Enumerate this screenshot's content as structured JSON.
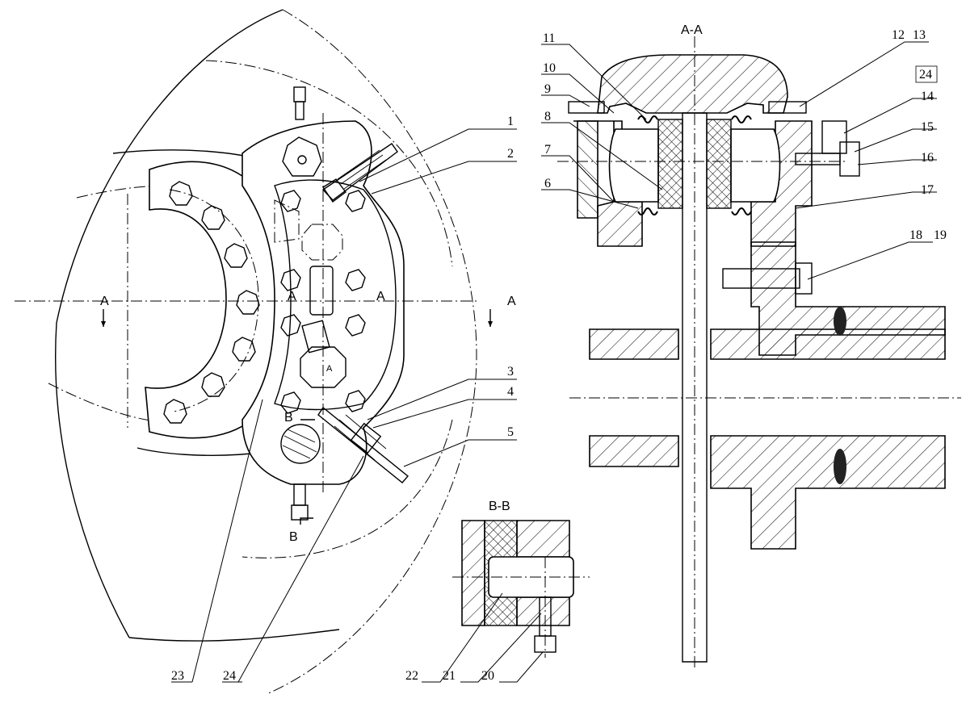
{
  "section_titles": {
    "aa": "A-A",
    "bb": "B-B"
  },
  "section_marks": {
    "a_left": "A",
    "a_right": "A",
    "a_mid_left": "A",
    "a_mid_right": "A",
    "a_center": "A",
    "b_top": "B",
    "b_bottom": "B"
  },
  "part_labels": [
    "1",
    "2",
    "3",
    "4",
    "5",
    "6",
    "7",
    "8",
    "9",
    "10",
    "11",
    "12",
    "13",
    "24",
    "14",
    "15",
    "16",
    "17",
    "18",
    "19",
    "20",
    "21",
    "22",
    "23",
    "24"
  ],
  "colors": {
    "line": "#000000",
    "background": "#ffffff",
    "seal": "#222222"
  }
}
